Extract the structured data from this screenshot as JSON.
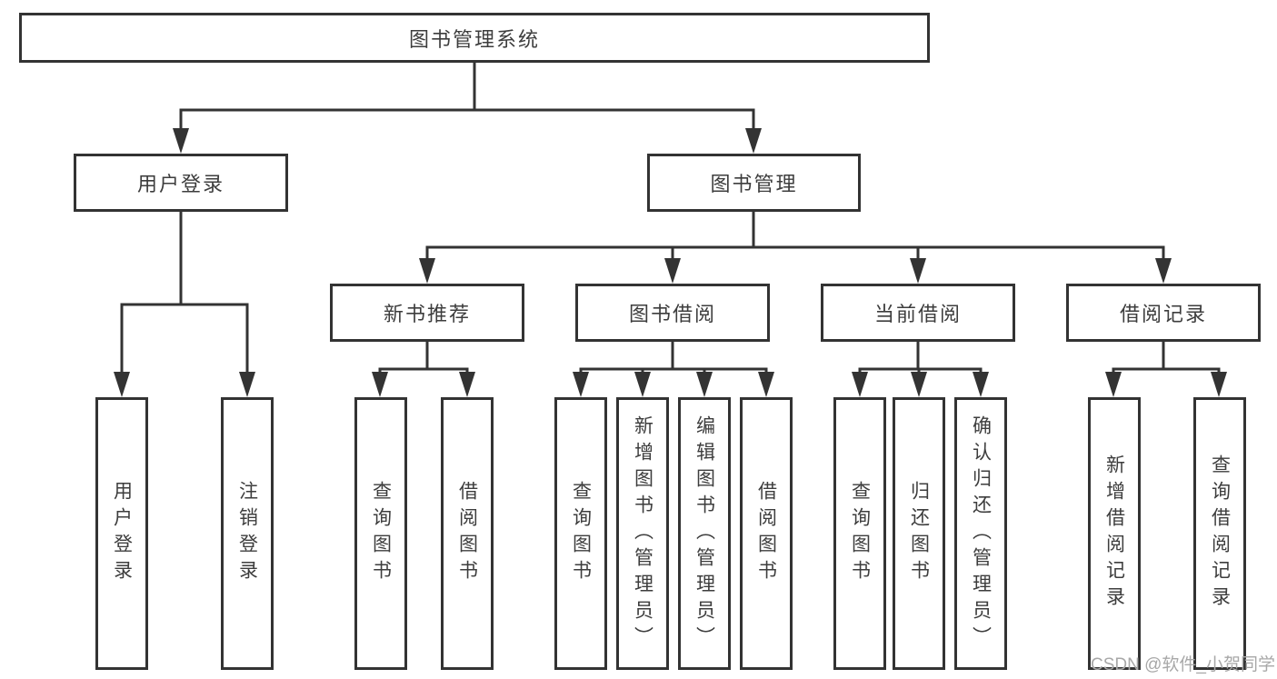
{
  "diagram_type": "hierarchy-function-structure",
  "colors": {
    "line": "#333333",
    "box_border": "#333333",
    "box_background": "#ffffff",
    "text": "#3d3d3d",
    "watermark": "#a8a8a8"
  },
  "tree": {
    "label": "图书管理系统",
    "children": [
      {
        "label": "用户登录",
        "children": [
          {
            "label": "用户登录"
          },
          {
            "label": "注销登录"
          }
        ]
      },
      {
        "label": "图书管理",
        "children": [
          {
            "label": "新书推荐",
            "children": [
              {
                "label": "查询图书"
              },
              {
                "label": "借阅图书"
              }
            ]
          },
          {
            "label": "图书借阅",
            "children": [
              {
                "label": "查询图书"
              },
              {
                "label": "新增图书（管理员）"
              },
              {
                "label": "编辑图书（管理员）"
              },
              {
                "label": "借阅图书"
              }
            ]
          },
          {
            "label": "当前借阅",
            "children": [
              {
                "label": "查询图书"
              },
              {
                "label": "归还图书"
              },
              {
                "label": "确认归还（管理员）"
              }
            ]
          },
          {
            "label": "借阅记录",
            "children": [
              {
                "label": "新增借阅记录"
              },
              {
                "label": "查询借阅记录"
              }
            ]
          }
        ]
      }
    ]
  },
  "watermark": {
    "text": "CSDN @软件_小贺同学"
  }
}
